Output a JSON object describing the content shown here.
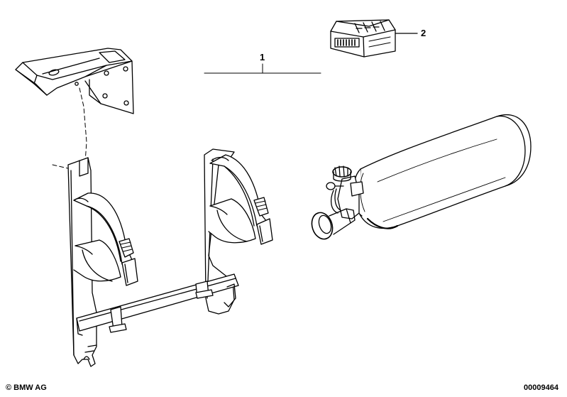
{
  "callouts": {
    "part_1": "1",
    "part_2": "2"
  },
  "footer": {
    "copyright": "© BMW AG",
    "drawing_number": "00009464"
  },
  "colors": {
    "ink": "#000000",
    "paper": "#ffffff"
  }
}
